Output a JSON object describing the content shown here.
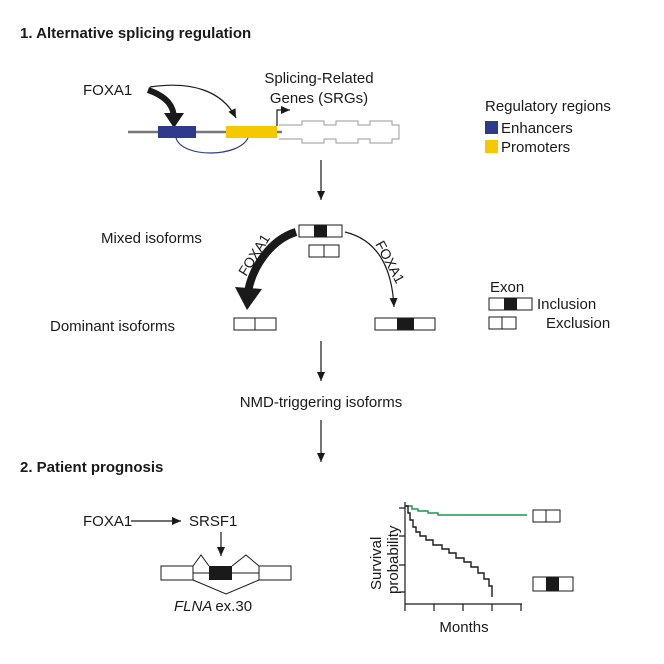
{
  "section1": {
    "title": "1. Alternative splicing regulation"
  },
  "gene_diagram": {
    "tf_label": "FOXA1",
    "srg_label_line1": "Splicing-Related",
    "srg_label_line2": "Genes (SRGs)"
  },
  "legend": {
    "title": "Regulatory regions",
    "enhancers": "Enhancers",
    "promoters": "Promoters",
    "enhancer_color": "#2e3b8c",
    "promoter_color": "#f5c800"
  },
  "isoforms": {
    "mixed_label": "Mixed isoforms",
    "dominant_label": "Dominant isoforms",
    "left_arrow_label": "FOXA1",
    "right_arrow_label": "FOXA1"
  },
  "exon_legend": {
    "title": "Exon",
    "inclusion": "Inclusion",
    "exclusion": "Exclusion"
  },
  "nmd": {
    "label": "NMD-triggering isoforms"
  },
  "section2": {
    "title": "2. Patient prognosis"
  },
  "prognosis": {
    "foxa1": "FOXA1",
    "srsf1": "SRSF1",
    "gene_italic": "FLNA",
    "gene_suffix": "ex.30"
  },
  "survival_plot": {
    "ylabel_line1": "Survival",
    "ylabel_line2": "probability",
    "xlabel": "Months",
    "exclusion_color": "#1a9850",
    "inclusion_color": "#1a1a1a"
  }
}
